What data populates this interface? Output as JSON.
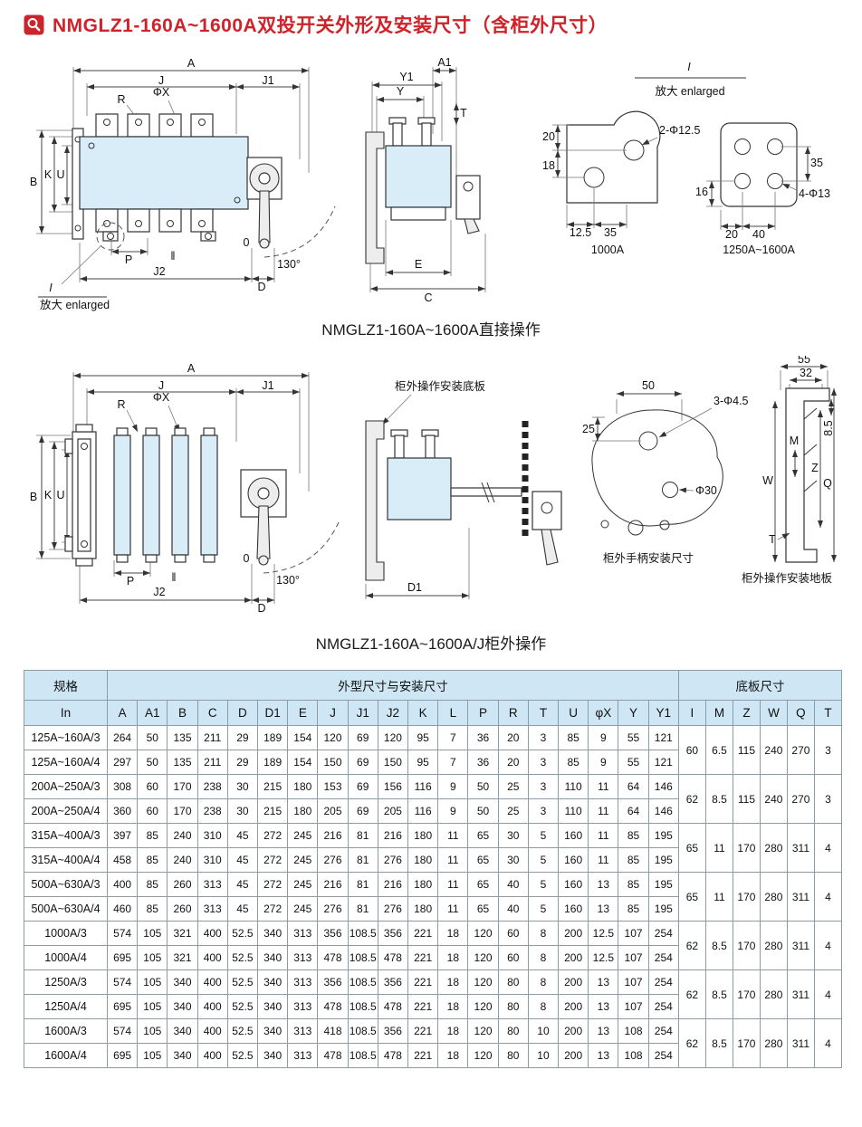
{
  "page": {
    "title": "NMGLZ1-160A~1600A双投开关外形及安装尺寸（含柜外尺寸）"
  },
  "fig1": {
    "caption": "NMGLZ1-160A~1600A直接操作",
    "front": {
      "A": "A",
      "J": "J",
      "J1": "J1",
      "R": "R",
      "phiX": "ΦX",
      "B": "B",
      "K": "K",
      "U": "U",
      "P": "P",
      "J2": "J2",
      "D": "D",
      "zero": "0",
      "angle": "130°",
      "mark2": "‖",
      "mark": "I",
      "enlarged": "放大 enlarged"
    },
    "side": {
      "Y1": "Y1",
      "Y": "Y",
      "A1": "A1",
      "T": "T",
      "E": "E",
      "C": "C"
    },
    "detail": {
      "mark": "I",
      "title": "放大 enlarged"
    },
    "detail1": {
      "d20": "20",
      "d18": "18",
      "holes": "2-Φ12.5",
      "d12_5": "12.5",
      "d35": "35",
      "caption": "1000A"
    },
    "detail2": {
      "d35": "35",
      "d16": "16",
      "holes": "4-Φ13",
      "d20": "20",
      "d40": "40",
      "caption": "1250A~1600A"
    }
  },
  "fig2": {
    "caption": "NMGLZ1-160A~1600A/J柜外操作",
    "front": {
      "A": "A",
      "J": "J",
      "J1": "J1",
      "R": "R",
      "phiX": "ΦX",
      "B": "B",
      "K": "K",
      "U": "U",
      "P": "P",
      "J2": "J2",
      "D": "D",
      "zero": "0",
      "angle": "130°",
      "mark2": "‖"
    },
    "side": {
      "plate_label": "柜外操作安装底板",
      "D1": "D1"
    },
    "handle": {
      "d50": "50",
      "d25": "25",
      "holes": "3-Φ4.5",
      "phi30": "Φ30",
      "caption": "柜外手柄安装尺寸"
    },
    "plate": {
      "d55": "55",
      "d32": "32",
      "d8_5": "8.5",
      "W": "W",
      "M": "M",
      "Z": "Z",
      "Q": "Q",
      "T": "T",
      "caption": "柜外操作安装地板"
    }
  },
  "table": {
    "groups": {
      "spec": "规格",
      "outline": "外型尺寸与安装尺寸",
      "base": "底板尺寸"
    },
    "columns": [
      "In",
      "A",
      "A1",
      "B",
      "C",
      "D",
      "D1",
      "E",
      "J",
      "J1",
      "J2",
      "K",
      "L",
      "P",
      "R",
      "T",
      "U",
      "φX",
      "Y",
      "Y1",
      "I",
      "M",
      "Z",
      "W",
      "Q",
      "T"
    ],
    "rows": [
      {
        "spec": "125A~160A/3",
        "dims": [
          "264",
          "50",
          "135",
          "211",
          "29",
          "189",
          "154",
          "120",
          "69",
          "120",
          "95",
          "7",
          "36",
          "20",
          "3",
          "85",
          "9",
          "55",
          "121"
        ]
      },
      {
        "spec": "125A~160A/4",
        "dims": [
          "297",
          "50",
          "135",
          "211",
          "29",
          "189",
          "154",
          "150",
          "69",
          "150",
          "95",
          "7",
          "36",
          "20",
          "3",
          "85",
          "9",
          "55",
          "121"
        ]
      },
      {
        "spec": "200A~250A/3",
        "dims": [
          "308",
          "60",
          "170",
          "238",
          "30",
          "215",
          "180",
          "153",
          "69",
          "156",
          "116",
          "9",
          "50",
          "25",
          "3",
          "110",
          "11",
          "64",
          "146"
        ]
      },
      {
        "spec": "200A~250A/4",
        "dims": [
          "360",
          "60",
          "170",
          "238",
          "30",
          "215",
          "180",
          "205",
          "69",
          "205",
          "116",
          "9",
          "50",
          "25",
          "3",
          "110",
          "11",
          "64",
          "146"
        ]
      },
      {
        "spec": "315A~400A/3",
        "dims": [
          "397",
          "85",
          "240",
          "310",
          "45",
          "272",
          "245",
          "216",
          "81",
          "216",
          "180",
          "11",
          "65",
          "30",
          "5",
          "160",
          "11",
          "85",
          "195"
        ]
      },
      {
        "spec": "315A~400A/4",
        "dims": [
          "458",
          "85",
          "240",
          "310",
          "45",
          "272",
          "245",
          "276",
          "81",
          "276",
          "180",
          "11",
          "65",
          "30",
          "5",
          "160",
          "11",
          "85",
          "195"
        ]
      },
      {
        "spec": "500A~630A/3",
        "dims": [
          "400",
          "85",
          "260",
          "313",
          "45",
          "272",
          "245",
          "216",
          "81",
          "216",
          "180",
          "11",
          "65",
          "40",
          "5",
          "160",
          "13",
          "85",
          "195"
        ]
      },
      {
        "spec": "500A~630A/4",
        "dims": [
          "460",
          "85",
          "260",
          "313",
          "45",
          "272",
          "245",
          "276",
          "81",
          "276",
          "180",
          "11",
          "65",
          "40",
          "5",
          "160",
          "13",
          "85",
          "195"
        ]
      },
      {
        "spec": "1000A/3",
        "dims": [
          "574",
          "105",
          "321",
          "400",
          "52.5",
          "340",
          "313",
          "356",
          "108.5",
          "356",
          "221",
          "18",
          "120",
          "60",
          "8",
          "200",
          "12.5",
          "107",
          "254"
        ]
      },
      {
        "spec": "1000A/4",
        "dims": [
          "695",
          "105",
          "321",
          "400",
          "52.5",
          "340",
          "313",
          "478",
          "108.5",
          "478",
          "221",
          "18",
          "120",
          "60",
          "8",
          "200",
          "12.5",
          "107",
          "254"
        ]
      },
      {
        "spec": "1250A/3",
        "dims": [
          "574",
          "105",
          "340",
          "400",
          "52.5",
          "340",
          "313",
          "356",
          "108.5",
          "356",
          "221",
          "18",
          "120",
          "80",
          "8",
          "200",
          "13",
          "107",
          "254"
        ]
      },
      {
        "spec": "1250A/4",
        "dims": [
          "695",
          "105",
          "340",
          "400",
          "52.5",
          "340",
          "313",
          "478",
          "108.5",
          "478",
          "221",
          "18",
          "120",
          "80",
          "8",
          "200",
          "13",
          "107",
          "254"
        ]
      },
      {
        "spec": "1600A/3",
        "dims": [
          "574",
          "105",
          "340",
          "400",
          "52.5",
          "340",
          "313",
          "418",
          "108.5",
          "356",
          "221",
          "18",
          "120",
          "80",
          "10",
          "200",
          "13",
          "108",
          "254"
        ]
      },
      {
        "spec": "1600A/4",
        "dims": [
          "695",
          "105",
          "340",
          "400",
          "52.5",
          "340",
          "313",
          "478",
          "108.5",
          "478",
          "221",
          "18",
          "120",
          "80",
          "10",
          "200",
          "13",
          "108",
          "254"
        ]
      }
    ],
    "base_groups": [
      [
        "60",
        "6.5",
        "115",
        "240",
        "270",
        "3"
      ],
      [
        "62",
        "8.5",
        "115",
        "240",
        "270",
        "3"
      ],
      [
        "65",
        "11",
        "170",
        "280",
        "311",
        "4"
      ],
      [
        "65",
        "11",
        "170",
        "280",
        "311",
        "4"
      ],
      [
        "62",
        "8.5",
        "170",
        "280",
        "311",
        "4"
      ],
      [
        "62",
        "8.5",
        "170",
        "280",
        "311",
        "4"
      ],
      [
        "62",
        "8.5",
        "170",
        "280",
        "311",
        "4"
      ]
    ]
  }
}
